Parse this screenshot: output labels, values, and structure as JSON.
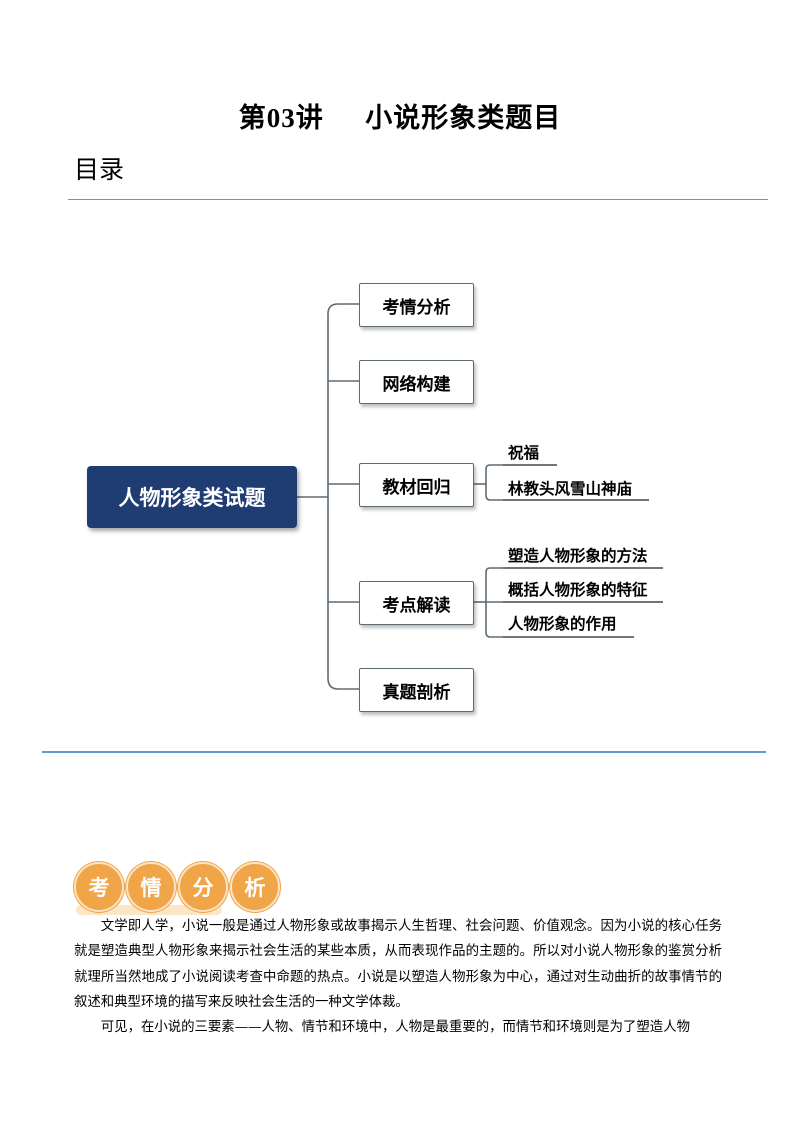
{
  "header": {
    "title_prefix": "第",
    "title_number": "03",
    "title_suffix": "讲    小说形象类题目",
    "toc_heading": "目录"
  },
  "mindmap": {
    "root": "人物形象类试题",
    "branches": [
      {
        "label": "考情分析",
        "children": []
      },
      {
        "label": "网络构建",
        "children": []
      },
      {
        "label": "教材回归",
        "children": [
          "祝福",
          "林教头风雪山神庙"
        ]
      },
      {
        "label": "考点解读",
        "children": [
          "塑造人物形象的方法",
          "概括人物形象的特征",
          "人物形象的作用"
        ]
      },
      {
        "label": "真题剖析",
        "children": []
      }
    ],
    "colors": {
      "root_bg": "#1f3c73",
      "line": "#5f6b73",
      "accent_rule": "#5b9bd5"
    }
  },
  "section": {
    "badge_chars": [
      "考",
      "情",
      "分",
      "析"
    ],
    "badge_color": "#f0a548",
    "paragraphs": [
      "文学即人学，小说一般是通过人物形象或故事揭示人生哲理、社会问题、价值观念。因为小说的核心任务就是塑造典型人物形象来揭示社会生活的某些本质，从而表现作品的主题的。所以对小说人物形象的鉴赏分析就理所当然地成了小说阅读考查中命题的热点。小说是以塑造人物形象为中心，通过对生动曲折的故事情节的叙述和典型环境的描写来反映社会生活的一种文学体裁。",
      "可见，在小说的三要素——人物、情节和环境中，人物是最重要的，而情节和环境则是为了塑造人物"
    ]
  }
}
